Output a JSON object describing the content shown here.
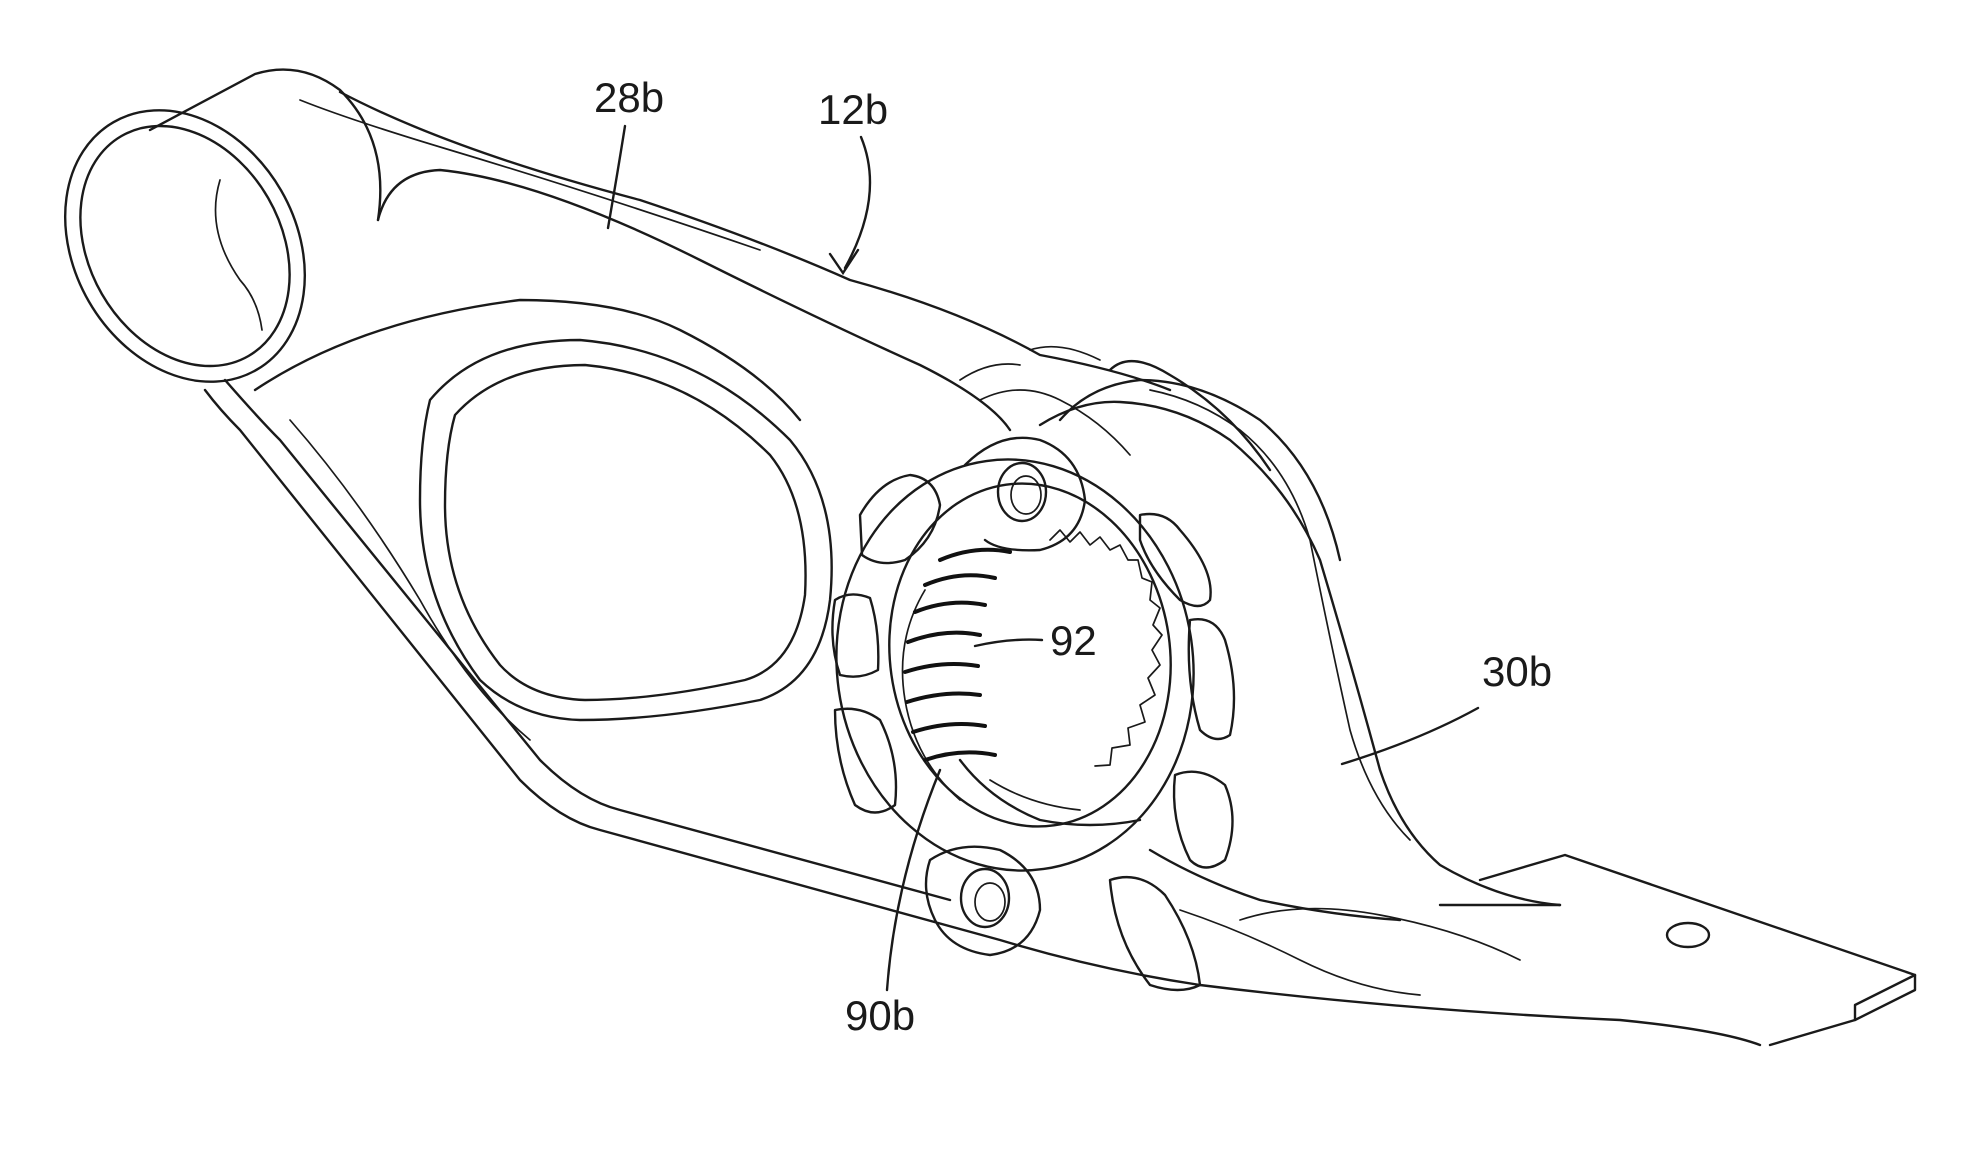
{
  "figure": {
    "colors": {
      "line": "#1a1a1a",
      "background": "#ffffff"
    },
    "labels": {
      "l28b": "28b",
      "l12b": "12b",
      "l92": "92",
      "l30b": "30b",
      "l90b": "90b"
    }
  }
}
